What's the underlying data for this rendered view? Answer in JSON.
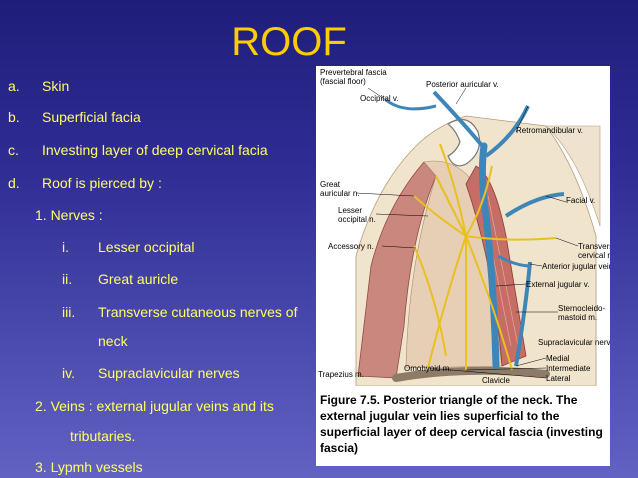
{
  "slide": {
    "title": "ROOF",
    "colors": {
      "title": "#ffcc00",
      "text": "#ffff66",
      "background_top": "#1f1d7a",
      "background_bottom": "#6262c3"
    },
    "outline": [
      {
        "marker": "a.",
        "text": "Skin"
      },
      {
        "marker": "b.",
        "text": "Superficial facia"
      },
      {
        "marker": "c.",
        "text": "Investing layer of deep cervical facia"
      },
      {
        "marker": "d.",
        "text": "Roof is pierced by :"
      },
      {
        "text": "1. Nerves :"
      },
      {
        "marker": "i.",
        "text": "Lesser occipital"
      },
      {
        "marker": "ii.",
        "text": "Great auricle"
      },
      {
        "marker": "iii.",
        "text": "Transverse cutaneous nerves of"
      },
      {
        "text": "neck"
      },
      {
        "marker": "iv.",
        "text": "Supraclavicular nerves"
      },
      {
        "text": "2.  Veins : external jugular veins and its"
      },
      {
        "text": "tributaries."
      },
      {
        "text": "3. Lypmh vessels"
      }
    ]
  },
  "figure": {
    "labels": {
      "prevertebral": "Prevertebral fascia",
      "fascial_floor": "(fascial floor)",
      "occipital_v": "Occipital v.",
      "posterior_auricular_v": "Posterior auricular v.",
      "retromandibular_v": "Retromandibular v.",
      "great_auricular_1": "Great",
      "great_auricular_2": "auricular n.",
      "lesser_occipital_1": "Lesser",
      "lesser_occipital_2": "occipital n.",
      "facial_v": "Facial v.",
      "accessory_n": "Accessory n.",
      "transverse_cervical_1": "Transverse",
      "transverse_cervical_2": "cervical n.",
      "anterior_jugular_v": "Anterior jugular vein",
      "external_jugular_v": "External jugular v.",
      "sternocleido_1": "Sternocleido-",
      "sternocleido_2": "mastoid m.",
      "supraclavicular_nerves": "Supraclavicular nerves:",
      "medial": "Medial",
      "intermediate": "Intermediate",
      "lateral": "Lateral",
      "trapezius_m": "Trapezius m.",
      "omohyoid_m": "Omohyoid m.",
      "clavicle": "Clavicle"
    },
    "caption": "Figure 7.5. Posterior triangle of the neck. The external jugular vein lies superficial to the superficial layer of deep cervical fascia (investing fascia)"
  }
}
